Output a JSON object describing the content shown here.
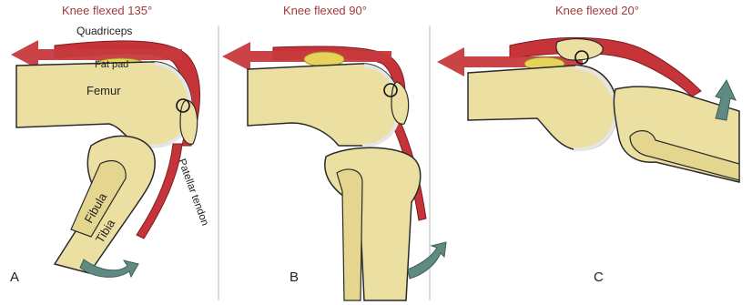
{
  "panels": [
    {
      "title": "Knee flexed 135°",
      "letter": "A"
    },
    {
      "title": "Knee flexed 90°",
      "letter": "B"
    },
    {
      "title": "Knee flexed 20°",
      "letter": "C"
    }
  ],
  "labels": {
    "quadriceps": "Quadriceps",
    "fat_pad": "Fat pad",
    "femur": "Femur",
    "fibula": "Fibula",
    "tibia": "Tibia",
    "patellar_tendon": "Patellar tendon"
  },
  "colors": {
    "title": "#a33a3a",
    "bone": "#ecdfa2",
    "bone_outline": "#2a2a2a",
    "muscle": "#c6343a",
    "arrow_red": "#c73a3d",
    "arrow_gray": "#5f8a82",
    "cartilage": "#e5e5e5",
    "fat": "#e6d35a"
  }
}
